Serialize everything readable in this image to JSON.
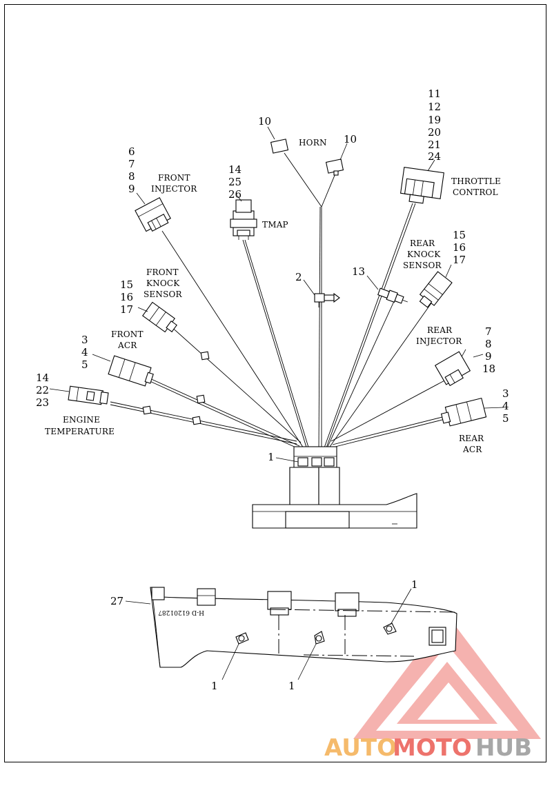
{
  "colors": {
    "logo_red": "#e8453c",
    "logo_orange": "#f2a33a",
    "logo_gray": "#8a8a8a"
  },
  "labels": {
    "horn": "HORN",
    "front_injector": [
      "FRONT",
      "INJECTOR"
    ],
    "tmap": "TMAP",
    "throttle_control": [
      "THROTTLE",
      "CONTROL"
    ],
    "rear_knock_sensor": [
      "REAR",
      "KNOCK",
      "SENSOR"
    ],
    "front_knock_sensor": [
      "FRONT",
      "KNOCK",
      "SENSOR"
    ],
    "front_acr": [
      "FRONT",
      "ACR"
    ],
    "rear_injector": [
      "REAR",
      "INJECTOR"
    ],
    "engine_temperature": [
      "ENGINE",
      "TEMPERATURE"
    ],
    "rear_acr": [
      "REAR",
      "ACR"
    ],
    "part_stamp": "H-D  61201287"
  },
  "callouts": {
    "horn_left": "10",
    "horn_right": "10",
    "front_injector": [
      "6",
      "7",
      "8",
      "9"
    ],
    "tmap": [
      "14",
      "25",
      "26"
    ],
    "throttle_control": [
      "11",
      "12",
      "19",
      "20",
      "21",
      "24"
    ],
    "item_2": "2",
    "item_13": "13",
    "rear_knock_sensor": [
      "15",
      "16",
      "17"
    ],
    "front_knock_sensor": [
      "15",
      "16",
      "17"
    ],
    "rear_injector": [
      "7",
      "8",
      "9",
      "18"
    ],
    "front_acr": [
      "3",
      "4",
      "5"
    ],
    "engine_temperature": [
      "14",
      "22",
      "23"
    ],
    "rear_acr": [
      "3",
      "4",
      "5"
    ],
    "item_1_top": "1",
    "item_27": "27",
    "item_1_right": "1",
    "item_1_left": "1",
    "item_1_mid": "1"
  },
  "logo": {
    "part1": "AUTO",
    "part2": "MOTO",
    "part3": "HUB"
  }
}
